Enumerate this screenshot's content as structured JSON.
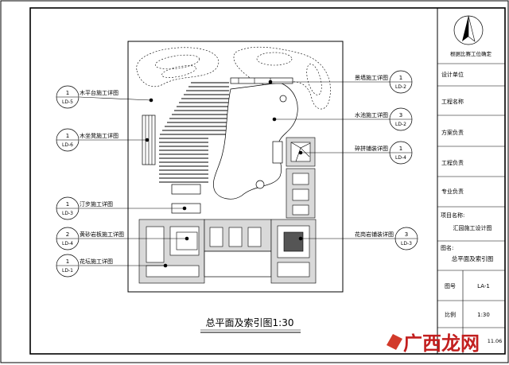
{
  "drawing": {
    "title": "总平面及索引图1:30"
  },
  "callouts_left": [
    {
      "label": "木平台施工详图",
      "num": "1",
      "ref": "LD-5"
    },
    {
      "label": "木坐凳施工详图",
      "num": "1",
      "ref": "LD-6"
    },
    {
      "label": "汀步施工详图",
      "num": "1",
      "ref": "LD-3"
    },
    {
      "label": "黄砂岩板施工详图",
      "num": "2",
      "ref": "LD-4"
    },
    {
      "label": "花坛施工详图",
      "num": "1",
      "ref": "LD-1"
    }
  ],
  "callouts_right": [
    {
      "label": "景墙施工详图",
      "num": "1",
      "ref": "LD-2"
    },
    {
      "label": "水池施工详图",
      "num": "3",
      "ref": "LD-2"
    },
    {
      "label": "碎拼铺装详图",
      "num": "1",
      "ref": "LD-4"
    },
    {
      "label": "花岗岩铺装详图",
      "num": "3",
      "ref": "LD-3"
    }
  ],
  "title_block": {
    "north_note": "根据比赛工位确定",
    "design_unit": "设计单位",
    "project_name": "工程名称",
    "scheme_lead": "方案负责",
    "engineering_lead": "工程负责",
    "specialty_lead": "专业负责",
    "project_label": "项目名称:",
    "project_value": "汇园施工设计图",
    "drawing_name_label": "图名:",
    "drawing_name_value": "总平面及索引图",
    "sheet_no_label": "图号",
    "sheet_no_value": "LA-1",
    "scale_label": "比例",
    "scale_value": "1:30",
    "date_fragment": "11.06"
  },
  "watermark": "广西龙网"
}
